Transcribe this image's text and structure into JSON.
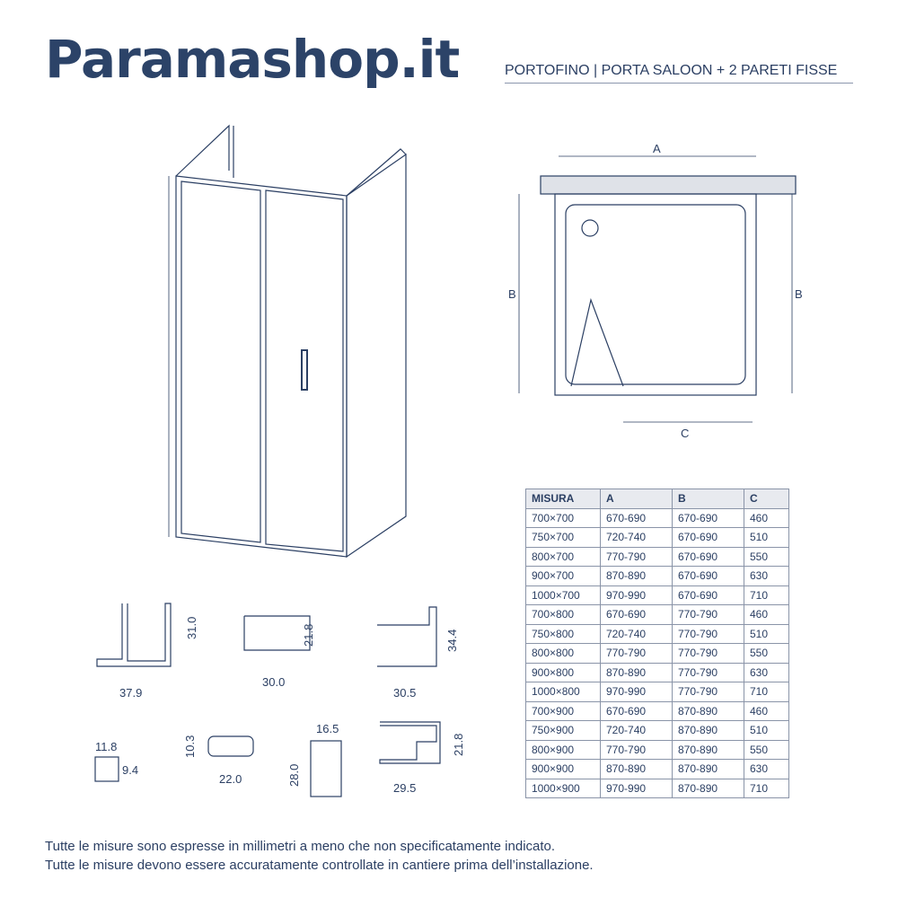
{
  "header": {
    "logo": "Paramashop.it",
    "subtitle": "PORTOFINO | PORTA SALOON + 2 PARETI FISSE"
  },
  "plan_labels": {
    "a": "A",
    "b_left": "B",
    "b_right": "B",
    "c": "C"
  },
  "profiles": [
    "31.0",
    "37.9",
    "21.8",
    "30.0",
    "34.4",
    "30.5",
    "11.8",
    "9.4",
    "10.3",
    "22.0",
    "16.5",
    "28.0",
    "21.8",
    "29.5"
  ],
  "table": {
    "headers": [
      "MISURA",
      "A",
      "B",
      "C"
    ],
    "rows": [
      [
        "700×700",
        "670-690",
        "670-690",
        "460"
      ],
      [
        "750×700",
        "720-740",
        "670-690",
        "510"
      ],
      [
        "800×700",
        "770-790",
        "670-690",
        "550"
      ],
      [
        "900×700",
        "870-890",
        "670-690",
        "630"
      ],
      [
        "1000×700",
        "970-990",
        "670-690",
        "710"
      ],
      [
        "700×800",
        "670-690",
        "770-790",
        "460"
      ],
      [
        "750×800",
        "720-740",
        "770-790",
        "510"
      ],
      [
        "800×800",
        "770-790",
        "770-790",
        "550"
      ],
      [
        "900×800",
        "870-890",
        "770-790",
        "630"
      ],
      [
        "1000×800",
        "970-990",
        "770-790",
        "710"
      ],
      [
        "700×900",
        "670-690",
        "870-890",
        "460"
      ],
      [
        "750×900",
        "720-740",
        "870-890",
        "510"
      ],
      [
        "800×900",
        "770-790",
        "870-890",
        "550"
      ],
      [
        "900×900",
        "870-890",
        "870-890",
        "630"
      ],
      [
        "1000×900",
        "970-990",
        "870-890",
        "710"
      ]
    ]
  },
  "notes": [
    "Tutte le misure sono espresse in millimetri a meno che non specificatamente indicato.",
    "Tutte le misure devono essere accuratamente controllate in cantiere prima dell’installazione."
  ],
  "colors": {
    "primary": "#2c4368",
    "header_bg": "#e8eaef"
  }
}
